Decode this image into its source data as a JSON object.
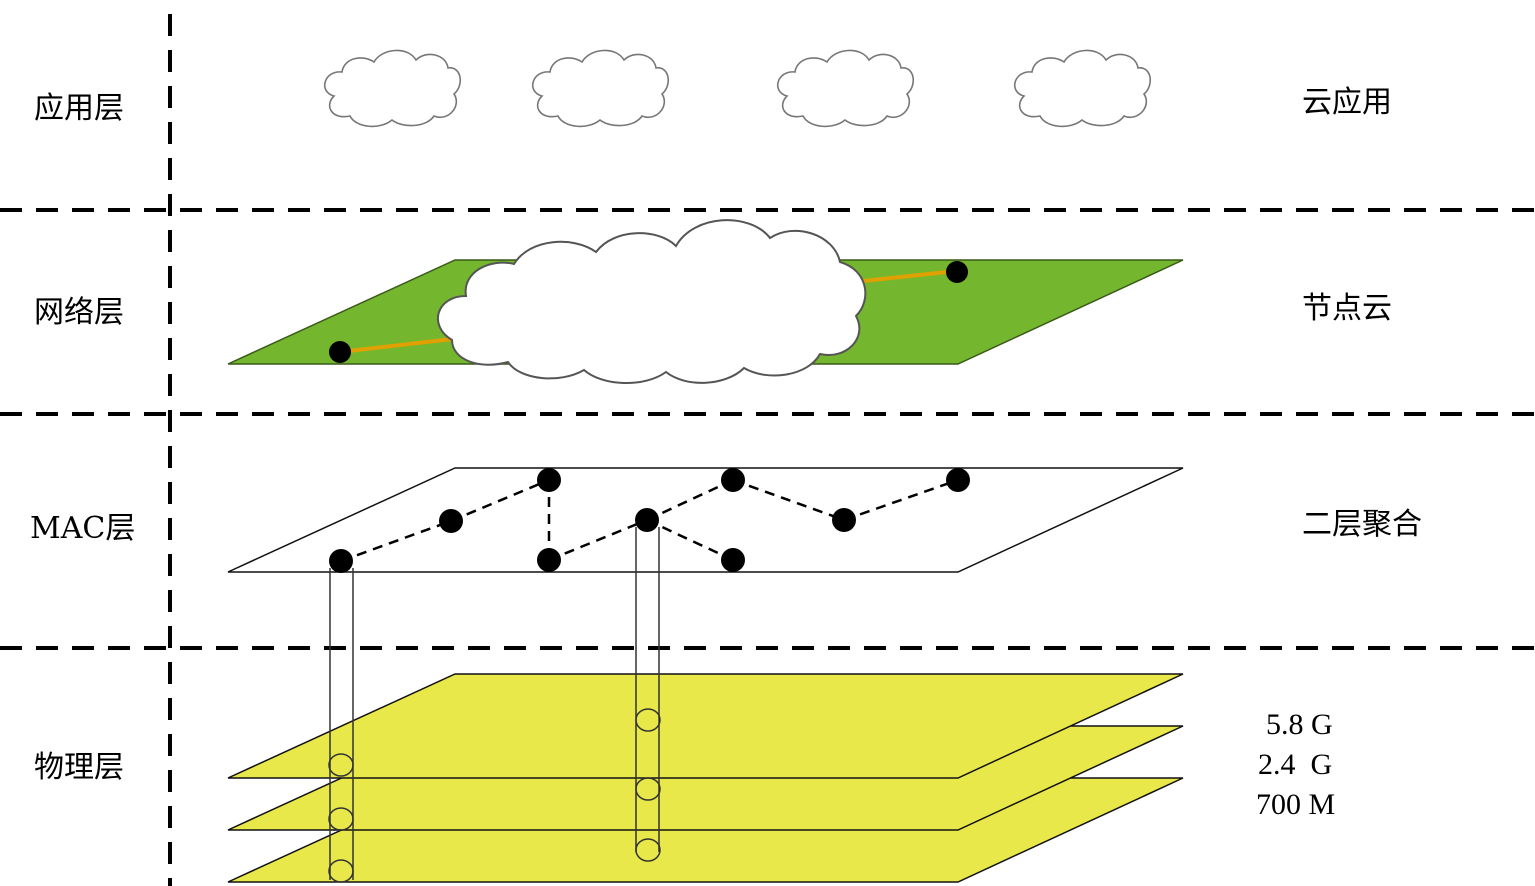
{
  "layers": [
    {
      "id": "application",
      "left_label": "应用层",
      "right_label": "云应用"
    },
    {
      "id": "network",
      "left_label": "网络层",
      "right_label": "节点云"
    },
    {
      "id": "mac",
      "left_label": "MAC层",
      "right_label": "二层聚合"
    },
    {
      "id": "physical",
      "left_label": "物理层",
      "right_label": ""
    }
  ],
  "physical_bands": [
    "5.8 G",
    "2.4  G",
    "700 M"
  ],
  "colors": {
    "network_plane": "#75b62f",
    "physical_plane": "#e8e84a",
    "node": "#000000",
    "link": "#e0a000"
  }
}
